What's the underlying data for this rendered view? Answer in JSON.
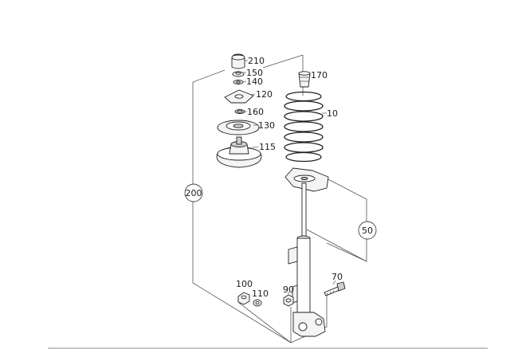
{
  "diagram": {
    "labels": {
      "p210": "210",
      "p150": "150",
      "p140": "140",
      "p120": "120",
      "p160": "160",
      "p130": "130",
      "p115": "115",
      "p170": "170",
      "p10": "10",
      "p200": "200",
      "p50": "50",
      "p100": "100",
      "p110": "110",
      "p90": "90",
      "p70": "70"
    }
  }
}
